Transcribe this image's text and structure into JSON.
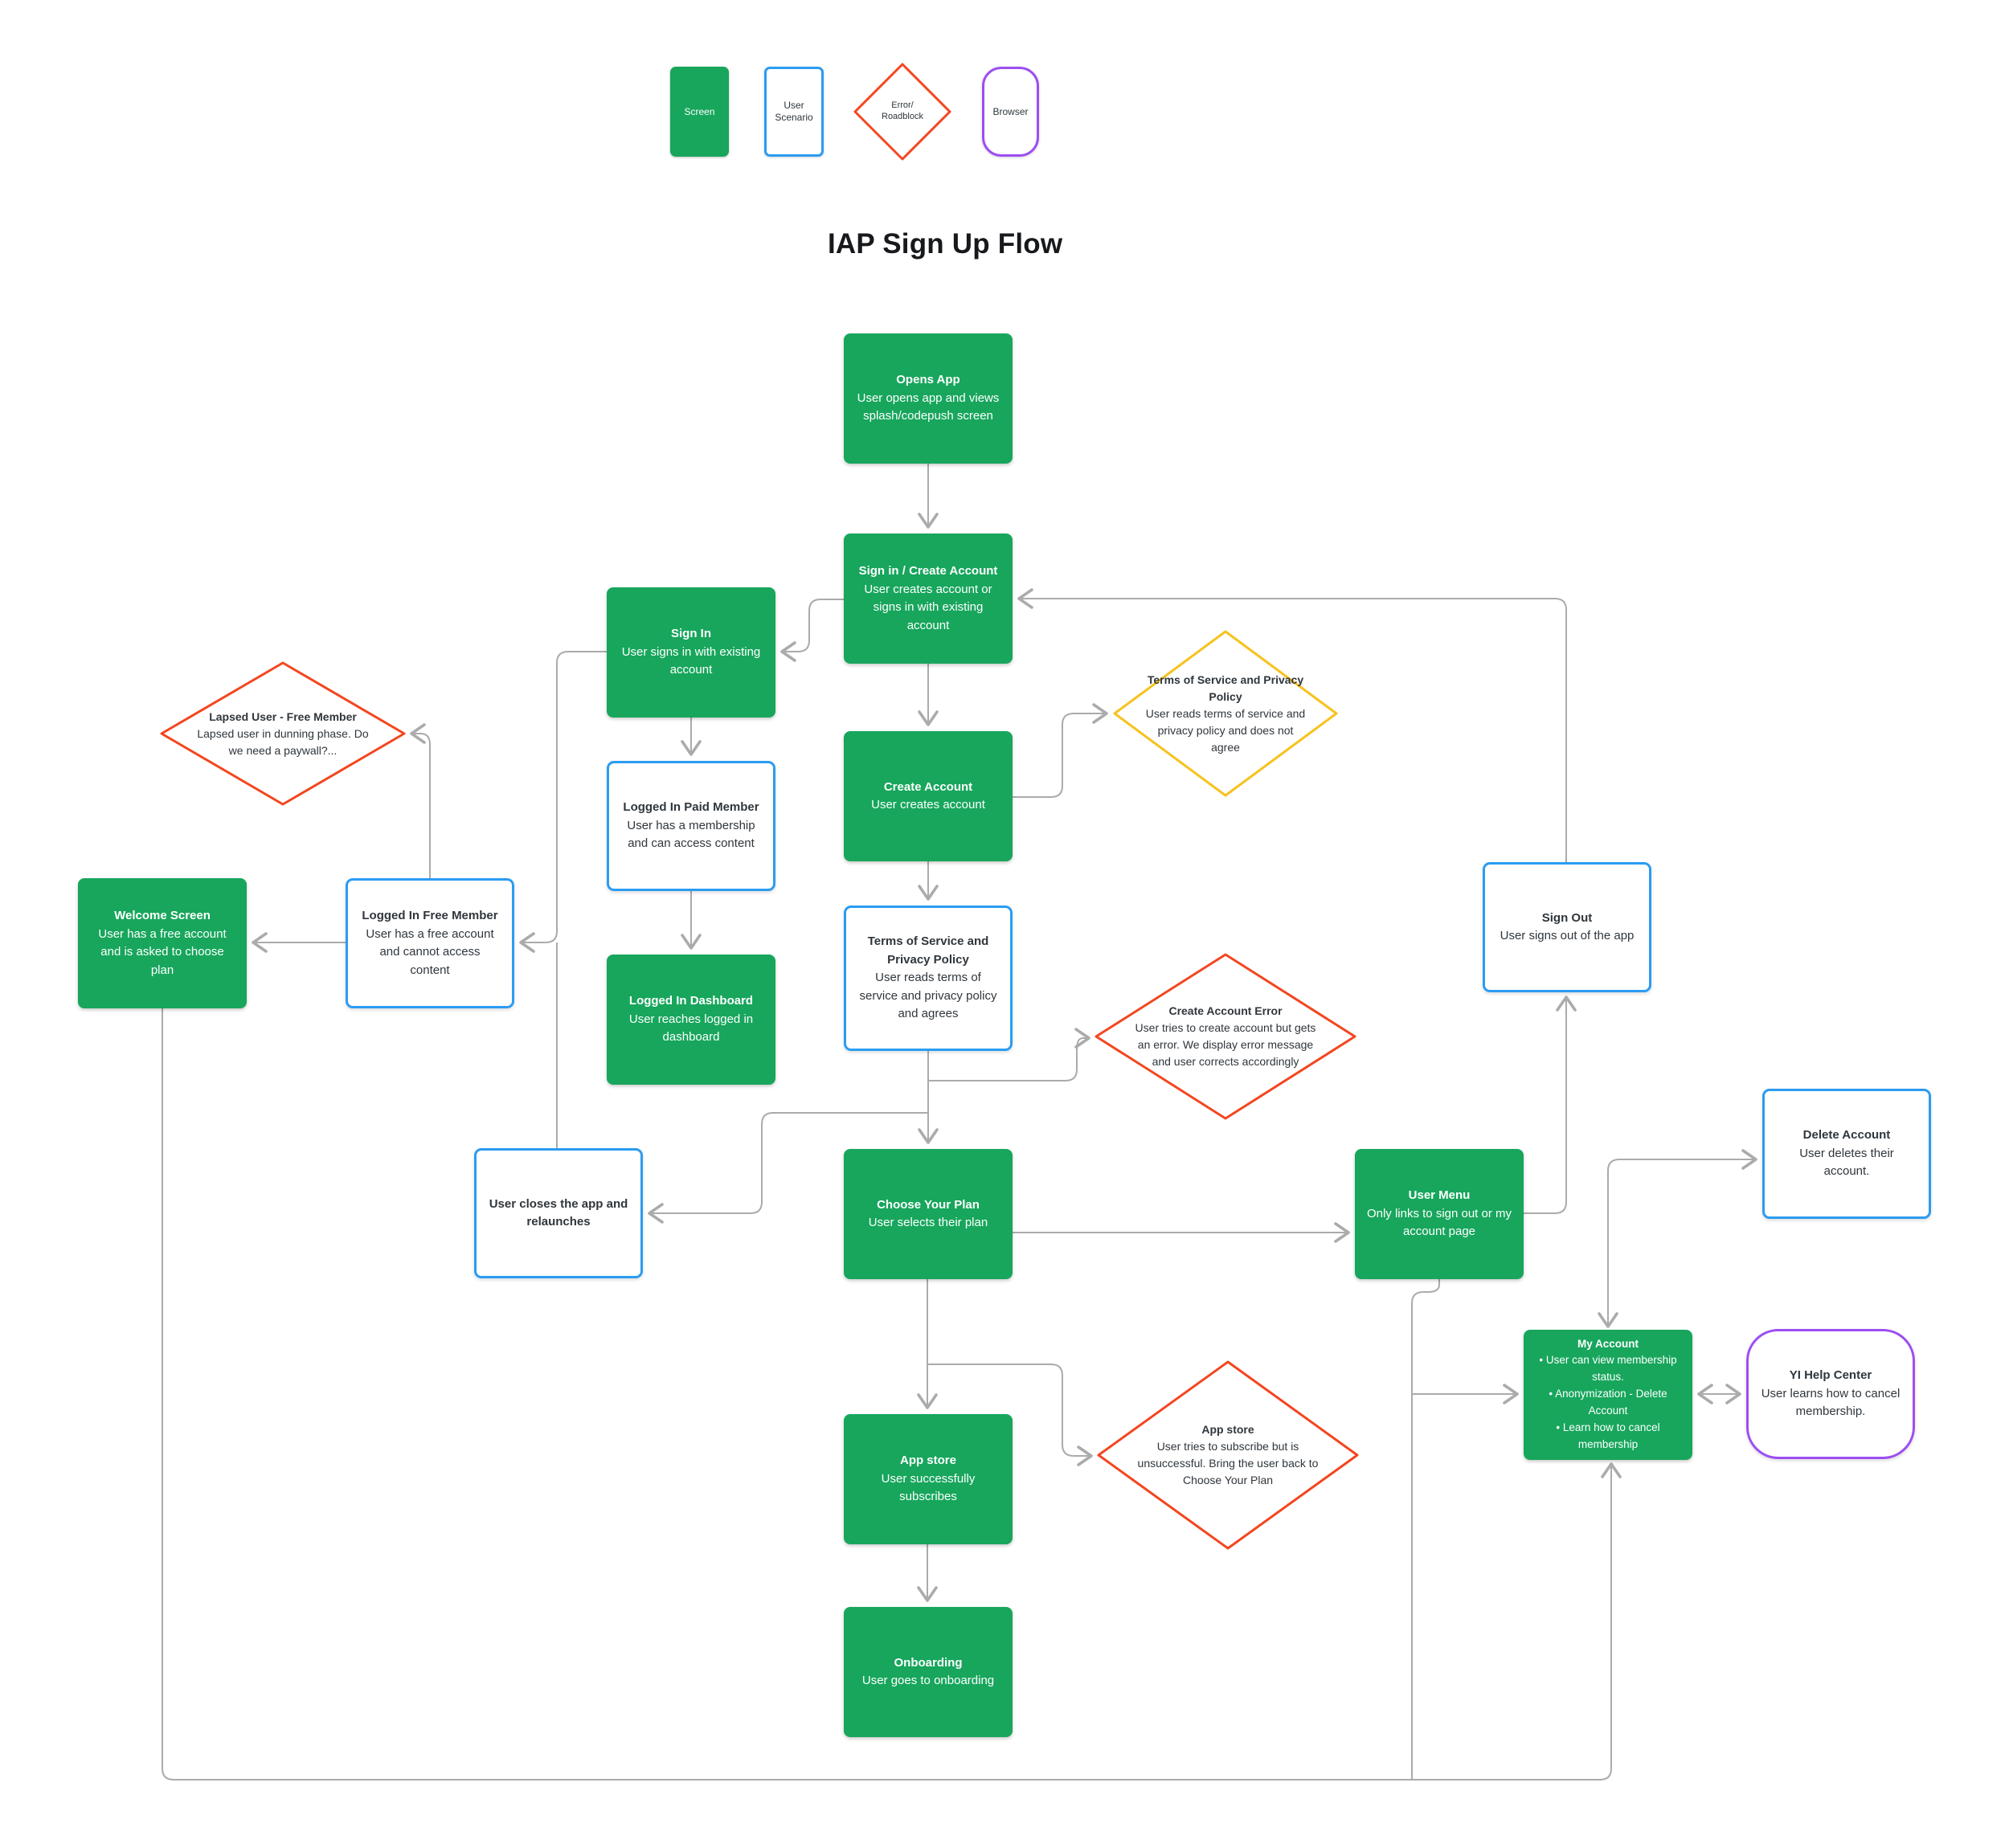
{
  "title": "IAP Sign Up Flow",
  "colors": {
    "green": "#17A65C",
    "blue": "#2B9CF2",
    "red": "#F3461F",
    "yellow": "#F6C21D",
    "purple": "#9D4EF2",
    "wire": "#ABABAB",
    "ink": "#2f363c"
  },
  "legend": {
    "items": [
      {
        "id": "screen",
        "label": "Screen"
      },
      {
        "id": "user-scenario",
        "label": "User Scenario"
      },
      {
        "id": "error-roadblock",
        "label": "Error/\nRoadblock"
      },
      {
        "id": "browser",
        "label": "Browser"
      }
    ]
  },
  "nodes": [
    {
      "id": "opens-app",
      "kind": "screen",
      "title": "Opens App",
      "body": "User opens app and views splash/codepush screen"
    },
    {
      "id": "sign-in-create",
      "kind": "screen",
      "title": "Sign in / Create Account",
      "body": "User creates account or signs in with existing account"
    },
    {
      "id": "sign-in",
      "kind": "screen",
      "title": "Sign In",
      "body": "User signs in with existing account"
    },
    {
      "id": "lapsed-user",
      "kind": "diamond-red",
      "title": "Lapsed User -  Free Member",
      "body": "Lapsed user in dunning phase. Do we need a paywall?..."
    },
    {
      "id": "paid-member",
      "kind": "scenario",
      "title": "Logged In Paid Member",
      "body": "User has a membership and can access content"
    },
    {
      "id": "create-account",
      "kind": "screen",
      "title": "Create Account",
      "body": "User creates account"
    },
    {
      "id": "tos-disagree",
      "kind": "diamond-yellow",
      "title": "Terms of Service and Privacy Policy",
      "body": "User reads terms of service and privacy policy and does not agree"
    },
    {
      "id": "welcome-screen",
      "kind": "screen",
      "title": "Welcome Screen",
      "body": "User has a free account and is asked to choose plan"
    },
    {
      "id": "free-member",
      "kind": "scenario",
      "title": "Logged In Free Member",
      "body": "User has a free account and cannot access content"
    },
    {
      "id": "dashboard",
      "kind": "screen",
      "title": "Logged In Dashboard",
      "body": "User reaches logged in dashboard"
    },
    {
      "id": "tos-agree",
      "kind": "scenario",
      "title": "Terms of Service and Privacy Policy",
      "body": "User reads terms of service and privacy policy and agrees"
    },
    {
      "id": "create-account-error",
      "kind": "diamond-red",
      "title": "Create Account Error",
      "body": "User tries to create account but gets an error. We display error message and user corrects accordingly"
    },
    {
      "id": "sign-out",
      "kind": "scenario",
      "title": "Sign Out",
      "body": "User signs out of the app"
    },
    {
      "id": "delete-account",
      "kind": "scenario",
      "title": "Delete Account",
      "body": "User deletes their account."
    },
    {
      "id": "user-closes",
      "kind": "scenario",
      "title": "User closes the app and relaunches",
      "body": ""
    },
    {
      "id": "choose-plan",
      "kind": "screen",
      "title": "Choose Your Plan",
      "body": "User selects their plan"
    },
    {
      "id": "user-menu",
      "kind": "screen",
      "title": "User Menu",
      "body": "Only links to sign out or my account page"
    },
    {
      "id": "app-store-error",
      "kind": "diamond-red",
      "title": "App store",
      "body": "User tries to subscribe but is unsuccessful. Bring the user back to Choose Your Plan"
    },
    {
      "id": "app-store",
      "kind": "screen",
      "title": "App store",
      "body": "User successfully subscribes"
    },
    {
      "id": "my-account",
      "kind": "screen",
      "title": "My Account",
      "bullets": [
        "User can view membership status.",
        "Anonymization - Delete Account",
        "Learn how to cancel membership"
      ]
    },
    {
      "id": "help-center",
      "kind": "browser",
      "title": "YI Help Center",
      "body": "User learns how to cancel membership."
    },
    {
      "id": "onboarding",
      "kind": "screen",
      "title": "Onboarding",
      "body": "User goes to onboarding"
    }
  ],
  "edges": [
    {
      "from": "opens-app",
      "to": "sign-in-create",
      "arrow": "end"
    },
    {
      "from": "sign-in-create",
      "to": "create-account",
      "arrow": "end"
    },
    {
      "from": "sign-in-create",
      "to": "sign-in",
      "arrow": "end"
    },
    {
      "from": "sign-in",
      "to": "paid-member",
      "arrow": "end"
    },
    {
      "from": "paid-member",
      "to": "dashboard",
      "arrow": "end"
    },
    {
      "from": "sign-in",
      "to": "free-member",
      "arrow": "end"
    },
    {
      "from": "user-closes",
      "to": "free-member-line",
      "arrow": "none"
    },
    {
      "from": "free-member",
      "to": "welcome-screen",
      "arrow": "end"
    },
    {
      "from": "free-member",
      "to": "lapsed-user",
      "arrow": "end"
    },
    {
      "from": "create-account",
      "to": "tos-disagree",
      "arrow": "end"
    },
    {
      "from": "create-account",
      "to": "tos-agree",
      "arrow": "end"
    },
    {
      "from": "tos-agree",
      "to": "choose-plan",
      "arrow": "end"
    },
    {
      "from": "tos-agree",
      "to": "create-account-error",
      "arrow": "end"
    },
    {
      "from": "tos-agree",
      "to": "user-closes",
      "arrow": "end"
    },
    {
      "from": "choose-plan",
      "to": "user-menu",
      "arrow": "end"
    },
    {
      "from": "choose-plan",
      "to": "app-store",
      "arrow": "end"
    },
    {
      "from": "choose-plan",
      "to": "app-store-error",
      "arrow": "end"
    },
    {
      "from": "app-store",
      "to": "onboarding",
      "arrow": "end"
    },
    {
      "from": "user-menu",
      "to": "sign-out",
      "arrow": "end"
    },
    {
      "from": "sign-out",
      "to": "sign-in-create",
      "arrow": "end"
    },
    {
      "from": "my-account",
      "to": "delete-account",
      "arrow": "both"
    },
    {
      "from": "my-account",
      "to": "help-center",
      "arrow": "both"
    },
    {
      "from": "user-menu",
      "to": "bottom-rail",
      "arrow": "none"
    },
    {
      "from": "user-menu",
      "to": "my-account",
      "arrow": "end"
    },
    {
      "from": "welcome-screen",
      "to": "my-account",
      "arrow": "end"
    }
  ]
}
